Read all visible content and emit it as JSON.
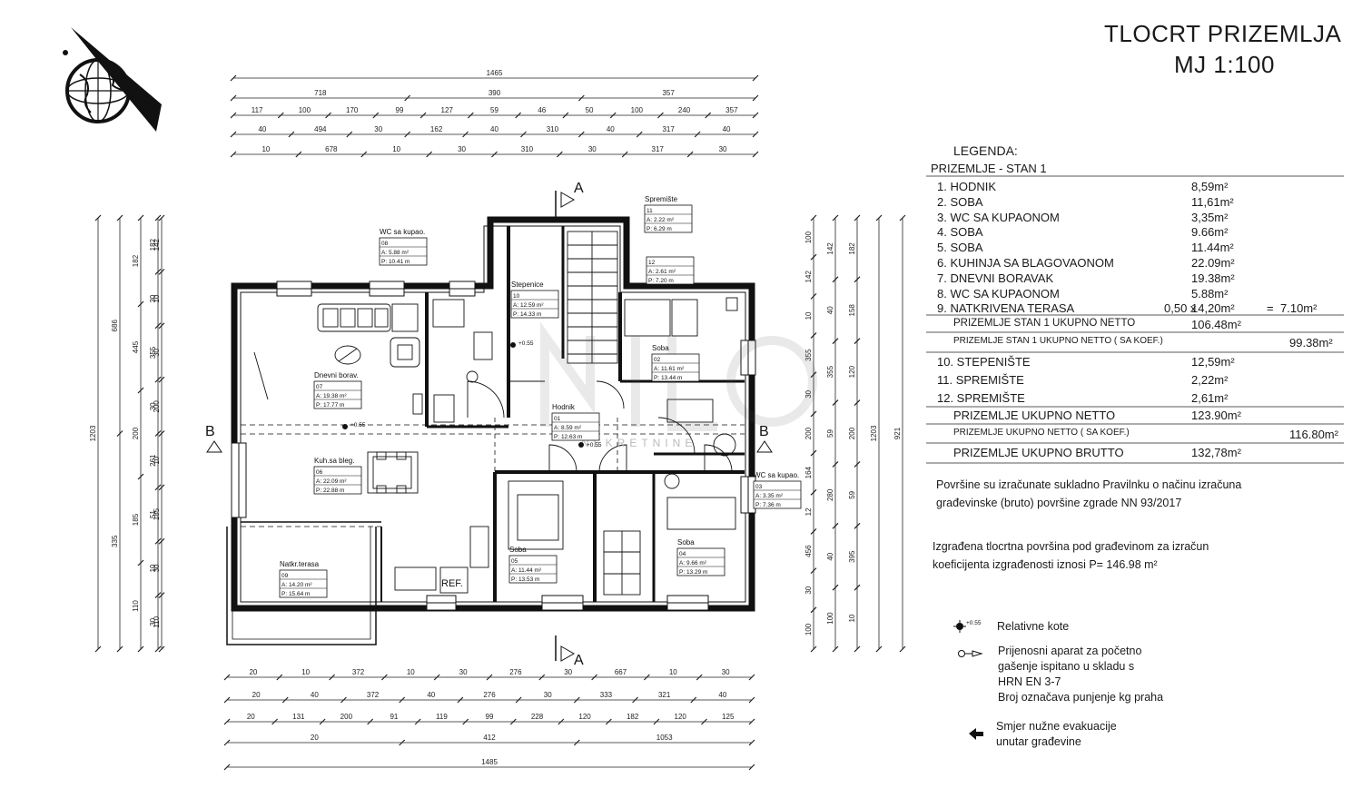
{
  "title": "TLOCRT PRIZEMLJA",
  "scale": "MJ 1:100",
  "section_label": "A",
  "elevation_label": "B",
  "legend": {
    "heading": "LEGENDA:",
    "subheading": "PRIZEMLJE - STAN 1",
    "rows": [
      {
        "name": "1.  HODNIK",
        "area": "8,59m²"
      },
      {
        "name": "2.  SOBA",
        "area": "11,61m²"
      },
      {
        "name": "3.  WC SA KUPAONOM",
        "area": "3,35m²"
      },
      {
        "name": "4.  SOBA",
        "area": "9.66m²"
      },
      {
        "name": "5.  SOBA",
        "area": "11.44m²"
      },
      {
        "name": "6.  KUHINJA SA BLAGOVAONOM",
        "area": "22.09m²"
      },
      {
        "name": "7.  DNEVNI BORAVAK",
        "area": "19.38m²"
      },
      {
        "name": "8.  WC SA KUPAONOM",
        "area": "5.88m²"
      },
      {
        "name": "9.  NATKRIVENA TERASA",
        "calc": "0,50 x",
        "area": "14,20m²",
        "eq": "=",
        "result": "7.10m²"
      }
    ],
    "sum1": {
      "name": "PRIZEMLJE  STAN 1 UKUPNO NETTO",
      "area": "106.48m²"
    },
    "koef1": {
      "name": "PRIZEMLJE  STAN 1 UKUPNO NETTO ( SA KOEF.)",
      "result": "99.38m²"
    },
    "rows2": [
      {
        "name": "10. STEPENIŠTE",
        "area": "12,59m²"
      },
      {
        "name": "11. SPREMIŠTE",
        "area": "2,22m²"
      },
      {
        "name": "12. SPREMIŠTE",
        "area": "2,61m²"
      }
    ],
    "sum2": {
      "name": "PRIZEMLJE  UKUPNO NETTO",
      "area": "123.90m²"
    },
    "koef2": {
      "name": "PRIZEMLJE  UKUPNO NETTO ( SA KOEF.)",
      "result": "116.80m²"
    },
    "brutto": {
      "name": "PRIZEMLJE  UKUPNO  BRUTTO",
      "area": "132,78m²"
    }
  },
  "notes": {
    "note1_line1": "Površine su izračunate sukladno  Pravilnku o načinu izračuna",
    "note1_line2": "građevinske (bruto) površine zgrade NN 93/2017",
    "note2_line1": "Izgrađena  tlocrtna površina  pod  građevinom za izračun",
    "note2_line2": "koeficijenta izgrađenosti  iznosi  P= 146.98 m²"
  },
  "symbols": {
    "kote_value": "+0.55",
    "kote": "Relativne  kote",
    "aparat_1": "Prijenosni aparat za početno",
    "aparat_2": "gašenje ispitano u skladu s",
    "aparat_3": "HRN EN 3-7",
    "aparat_4": "Broj označava punjenje kg praha",
    "smjer_1": "Smjer  nužne  evakuacije",
    "smjer_2": "unutar građevine"
  },
  "dimensions": {
    "top_rows": [
      [
        "1465"
      ],
      [
        "718",
        "390",
        "357"
      ],
      [
        "117",
        "100",
        "170",
        "99",
        "127",
        "59",
        "46",
        "50",
        "100",
        "240",
        "357"
      ],
      [
        "40",
        "494",
        "30",
        "162",
        "40",
        "310",
        "40",
        "317",
        "40"
      ],
      [
        "10",
        "678",
        "10",
        "30",
        "310",
        "30",
        "317",
        "30"
      ]
    ],
    "bottom_rows": [
      [
        "20",
        "10",
        "372",
        "10",
        "30",
        "276",
        "30",
        "667",
        "10",
        "30"
      ],
      [
        "20",
        "40",
        "372",
        "40",
        "276",
        "30",
        "333",
        "321",
        "40"
      ],
      [
        "20",
        "131",
        "200",
        "91",
        "119",
        "99",
        "228",
        "120",
        "182",
        "120",
        "125"
      ],
      [
        "20",
        "412",
        "1053"
      ],
      [
        "1485"
      ]
    ],
    "left_cols": [
      [
        "1203"
      ],
      [
        "686",
        "335"
      ],
      [
        "182",
        "445",
        "200",
        "185",
        "110"
      ],
      [
        "182",
        "30",
        "355",
        "30",
        "261",
        "51",
        "10",
        "30"
      ],
      [
        "142",
        "10",
        "30",
        "200",
        "10",
        "185",
        "30",
        "110"
      ]
    ],
    "right_cols": [
      [
        "100",
        "142",
        "10",
        "355",
        "30",
        "200",
        "164",
        "12",
        "456",
        "30",
        "100"
      ],
      [
        "142",
        "40",
        "355",
        "59",
        "280",
        "40",
        "100"
      ],
      [
        "182",
        "158",
        "120",
        "200",
        "59",
        "395",
        "10"
      ],
      [
        "1203"
      ],
      [
        "921"
      ]
    ]
  },
  "rooms": [
    {
      "name": "WC sa kupao.",
      "num": "08",
      "a": "A:    5.88 m²",
      "p": "P:    10.41 m"
    },
    {
      "name": "Spremište",
      "num": "11",
      "a": "A:    2.22 m²",
      "p": "P:    6.29 m"
    },
    {
      "name": "",
      "num": "12",
      "a": "A:    2.61 m²",
      "p": "P:    7.20 m"
    },
    {
      "name": "Stepenice",
      "num": "10",
      "a": "A:    12.59 m²",
      "p": "P:    14.33 m"
    },
    {
      "name": "Soba",
      "num": "02",
      "a": "A:    11.61 m²",
      "p": "P:    13.44 m"
    },
    {
      "name": "Dnevni borav.",
      "num": "07",
      "a": "A:    19.38 m²",
      "p": "P:    17.77 m"
    },
    {
      "name": "Hodnik",
      "num": "01",
      "a": "A:    8.59 m²",
      "p": "P:    12.63 m"
    },
    {
      "name": "Kuh.sa bleg.",
      "num": "06",
      "a": "A:    22.09 m²",
      "p": "P:    22.88 m"
    },
    {
      "name": "WC sa kupao.",
      "num": "03",
      "a": "A:    3.35 m²",
      "p": "P:    7.36 m"
    },
    {
      "name": "Soba",
      "num": "05",
      "a": "A:    11.44 m²",
      "p": "P:    13.53 m"
    },
    {
      "name": "Soba",
      "num": "04",
      "a": "A:    9.66 m²",
      "p": "P:    13.29 m"
    },
    {
      "name": "Natkr.terasa",
      "num": "09",
      "a": "A:    14.20 m²",
      "p": "P:    15.64 m"
    }
  ],
  "level_marks": [
    "+0.55",
    "+0.55",
    "+0.55"
  ],
  "fixture_labels": {
    "ref": "REF."
  },
  "watermark": "NEKRETNINE"
}
